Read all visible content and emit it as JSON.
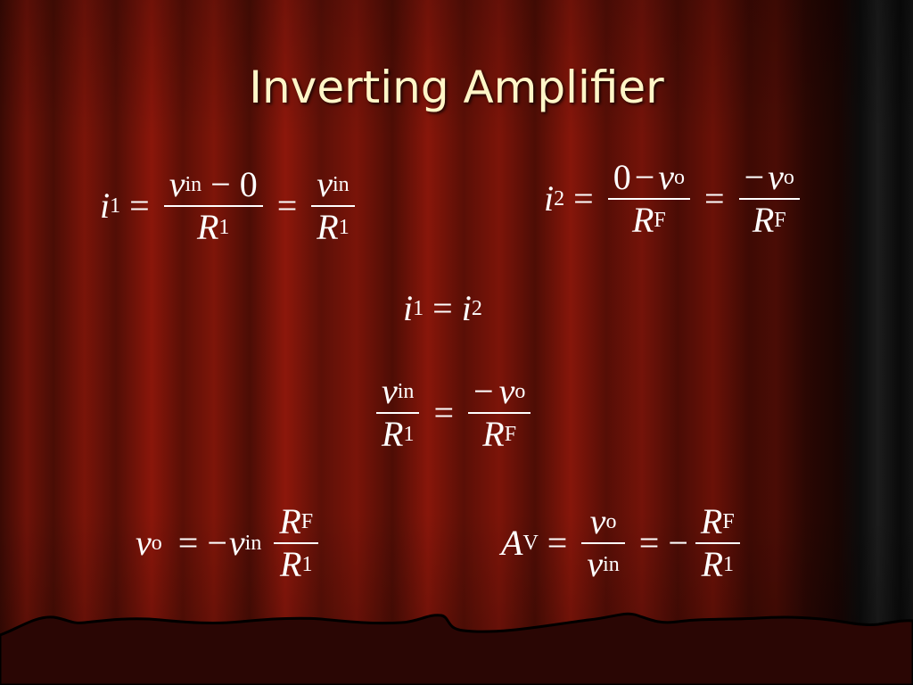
{
  "slide": {
    "title": "Inverting Amplifier"
  },
  "sym": {
    "i": "i",
    "v": "v",
    "R": "R",
    "A": "A",
    "zero": "0",
    "one": "1",
    "two": "2",
    "in": "in",
    "o": "o",
    "F": "F",
    "V": "V",
    "eq": "=",
    "minus": "−"
  },
  "colors": {
    "title": "#fff6c8",
    "math": "#ffffff",
    "curtain_red": "#8a160a",
    "curtain_dark": "#3a0a04"
  }
}
